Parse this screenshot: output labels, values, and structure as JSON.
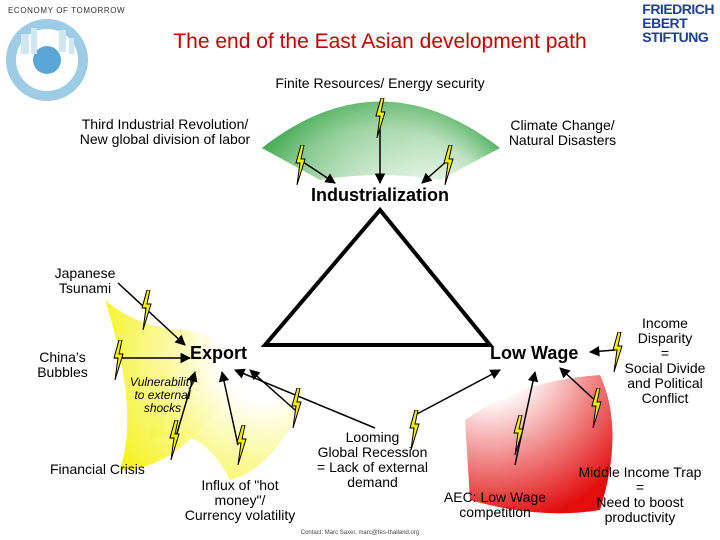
{
  "header": {
    "series_label": "ECONOMY OF TOMORROW",
    "title": "The end of the East Asian development path",
    "org_logo_lines": [
      "FRIEDRICH",
      "EBERT",
      "STIFTUNG"
    ]
  },
  "colors": {
    "title": "#c00000",
    "green_sector": "#2e9e3e",
    "yellow_sector": "#f4f000",
    "red_sector": "#e00000",
    "bolt_fill": "#f4f000",
    "arrow_line": "#000000"
  },
  "diagram": {
    "nodes": {
      "top": "Industrialization",
      "left": "Export",
      "right": "Low Wage"
    },
    "top_sector": {
      "header": "Finite Resources/ Energy security",
      "left_lines": [
        "Third Industrial Revolution/",
        "New global division of labor"
      ],
      "right_lines": [
        "Climate Change/",
        "Natural Disasters"
      ]
    },
    "left_sector": {
      "tsunami_lines": [
        "Japanese",
        "Tsunami"
      ],
      "china_lines": [
        "China’s",
        "Bubbles"
      ],
      "vulnerability_lines": [
        "Vulnerability",
        "to external",
        "shocks"
      ],
      "financial_crisis": "Financial Crisis",
      "hot_money_lines": [
        "Influx of \"hot",
        "money\"/",
        "Currency volatility"
      ]
    },
    "right_sector": {
      "income_lines": [
        "Income",
        "Disparity",
        "=",
        "Social Divide",
        "and Political",
        "Conflict"
      ],
      "middle_income_lines": [
        "Middle Income Trap",
        "=",
        "Need to boost",
        "productivity"
      ],
      "aec_lines": [
        "AEC: Low Wage",
        "competition"
      ]
    },
    "bottom": {
      "recession_lines": [
        "Looming",
        "Global Recession",
        "= Lack of external",
        "demand"
      ]
    },
    "bolt_icon": "lightning-bolt-icon"
  },
  "footer": {
    "contact": "Contact: Marc Saxer, marc@fes-thailand.org"
  }
}
